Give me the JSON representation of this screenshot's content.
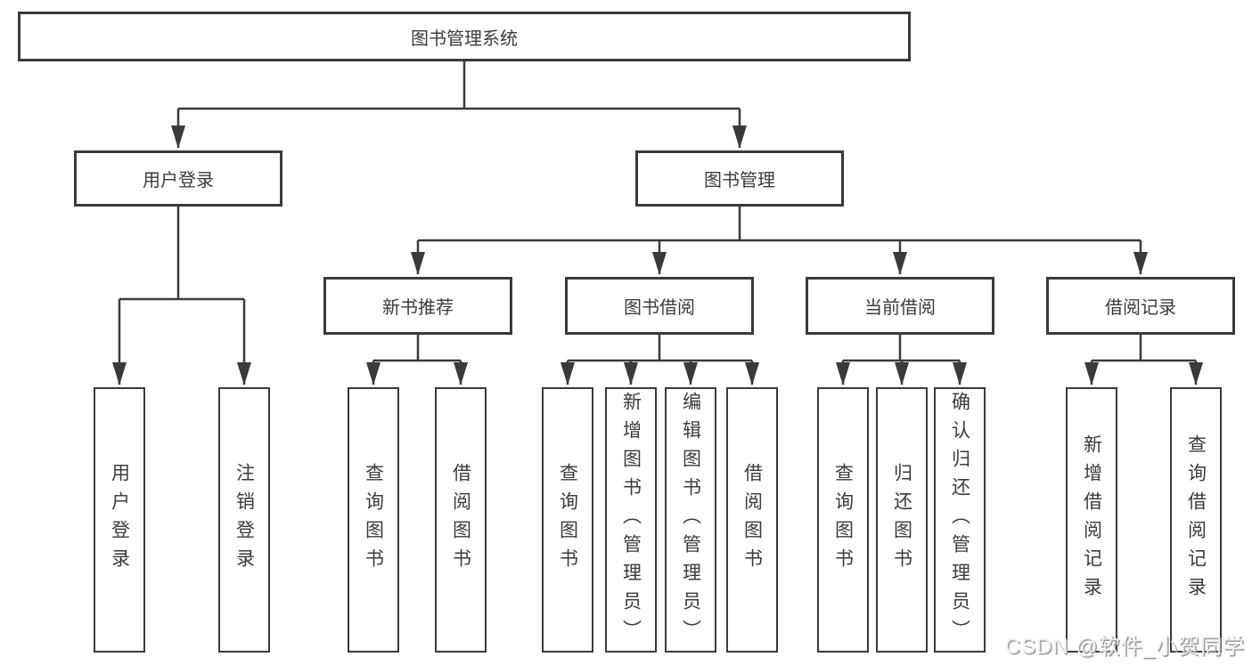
{
  "chart": {
    "root": {
      "label": "图书管理系统"
    },
    "branches": [
      {
        "label": "用户登录",
        "children": [
          "用户登录",
          "注销登录"
        ]
      },
      {
        "label": "图书管理",
        "sections": [
          {
            "label": "新书推荐",
            "children": [
              "查询图书",
              "借阅图书"
            ]
          },
          {
            "label": "图书借阅",
            "children": [
              "查询图书",
              "新增图书（管理员）",
              "编辑图书（管理员）",
              "借阅图书"
            ]
          },
          {
            "label": "当前借阅",
            "children": [
              "查询图书",
              "归还图书",
              "确认归还（管理员）"
            ]
          },
          {
            "label": "借阅记录",
            "children": [
              "新增借阅记录",
              "查询借阅记录"
            ]
          }
        ]
      }
    ]
  },
  "colors": {
    "line": "#3a3a3a",
    "box_border": "#3a3a3a",
    "box_background": "#ffffff",
    "text": "#3b3b3b",
    "page_background": "#ffffff"
  },
  "watermark": {
    "text": "CSDN @软件_小贺同学"
  }
}
